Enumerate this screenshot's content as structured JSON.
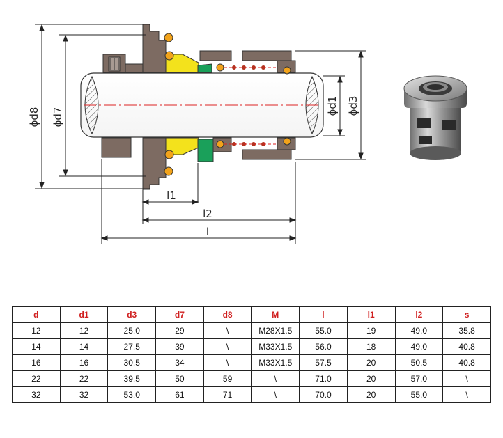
{
  "drawing": {
    "labels": {
      "d8": "ϕd8",
      "d7": "ϕd7",
      "d1": "ϕd1",
      "d3": "ϕd3",
      "l1": "l1",
      "l2": "l2",
      "l": "l"
    }
  },
  "table": {
    "headers": [
      "d",
      "d1",
      "d3",
      "d7",
      "d8",
      "M",
      "l",
      "l1",
      "l2",
      "s"
    ],
    "rows": [
      [
        "12",
        "12",
        "25.0",
        "29",
        "\\",
        "M28X1.5",
        "55.0",
        "19",
        "49.0",
        "35.8"
      ],
      [
        "14",
        "14",
        "27.5",
        "39",
        "\\",
        "M33X1.5",
        "56.0",
        "18",
        "49.0",
        "40.8"
      ],
      [
        "16",
        "16",
        "30.5",
        "34",
        "\\",
        "M33X1.5",
        "57.5",
        "20",
        "50.5",
        "40.8"
      ],
      [
        "22",
        "22",
        "39.5",
        "50",
        "59",
        "\\",
        "71.0",
        "20",
        "57.0",
        "\\"
      ],
      [
        "32",
        "32",
        "53.0",
        "61",
        "71",
        "\\",
        "70.0",
        "20",
        "55.0",
        "\\"
      ]
    ]
  },
  "colors": {
    "header_text": "#d01f1f",
    "housing": "#7d6b62",
    "yellow_part": "#f3e21c",
    "green_part": "#1aa05a",
    "orings": "#f2a31b",
    "spring": "#b2331f"
  }
}
